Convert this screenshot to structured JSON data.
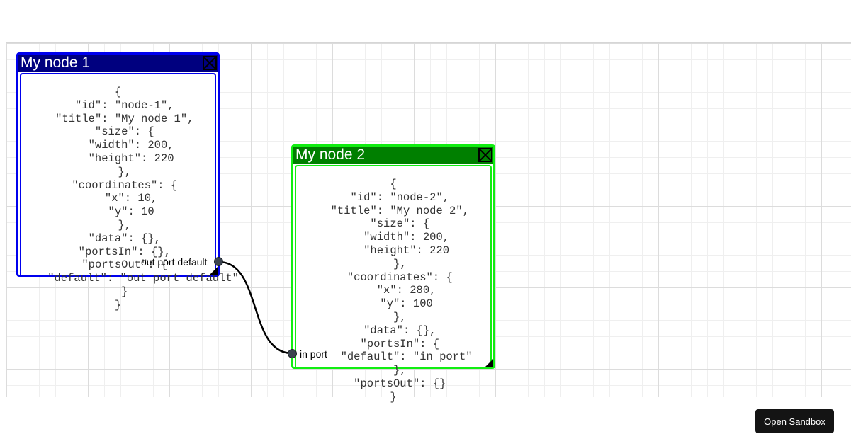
{
  "nodes": [
    {
      "id": "node-1",
      "title": "My node 1",
      "header_color": "#00007f",
      "border_color": "#0000ee",
      "json_text": "{\n  \"id\": \"node-1\",\n  \"title\": \"My node 1\",\n  \"size\": {\n    \"width\": 200,\n    \"height\": 220\n  },\n  \"coordinates\": {\n    \"x\": 10,\n    \"y\": 10\n  },\n  \"data\": {},\n  \"portsIn\": {},\n  \"portsOut\": {\n    \"default\": \"out port default\"\n  }\n}",
      "port_label": "out port default"
    },
    {
      "id": "node-2",
      "title": "My node 2",
      "header_color": "#007f00",
      "border_color": "#11ee11",
      "json_text": "{\n  \"id\": \"node-2\",\n  \"title\": \"My node 2\",\n  \"size\": {\n    \"width\": 200,\n    \"height\": 220\n  },\n  \"coordinates\": {\n    \"x\": 280,\n    \"y\": 100\n  },\n  \"data\": {},\n  \"portsIn\": {\n    \"default\": \"in port\"\n  },\n  \"portsOut\": {}\n}",
      "port_label": "in port"
    }
  ],
  "icons": {
    "close": "close-icon",
    "resize": "resize-handle-icon"
  },
  "link_color": "#000000",
  "sandbox_button": "Open Sandbox"
}
